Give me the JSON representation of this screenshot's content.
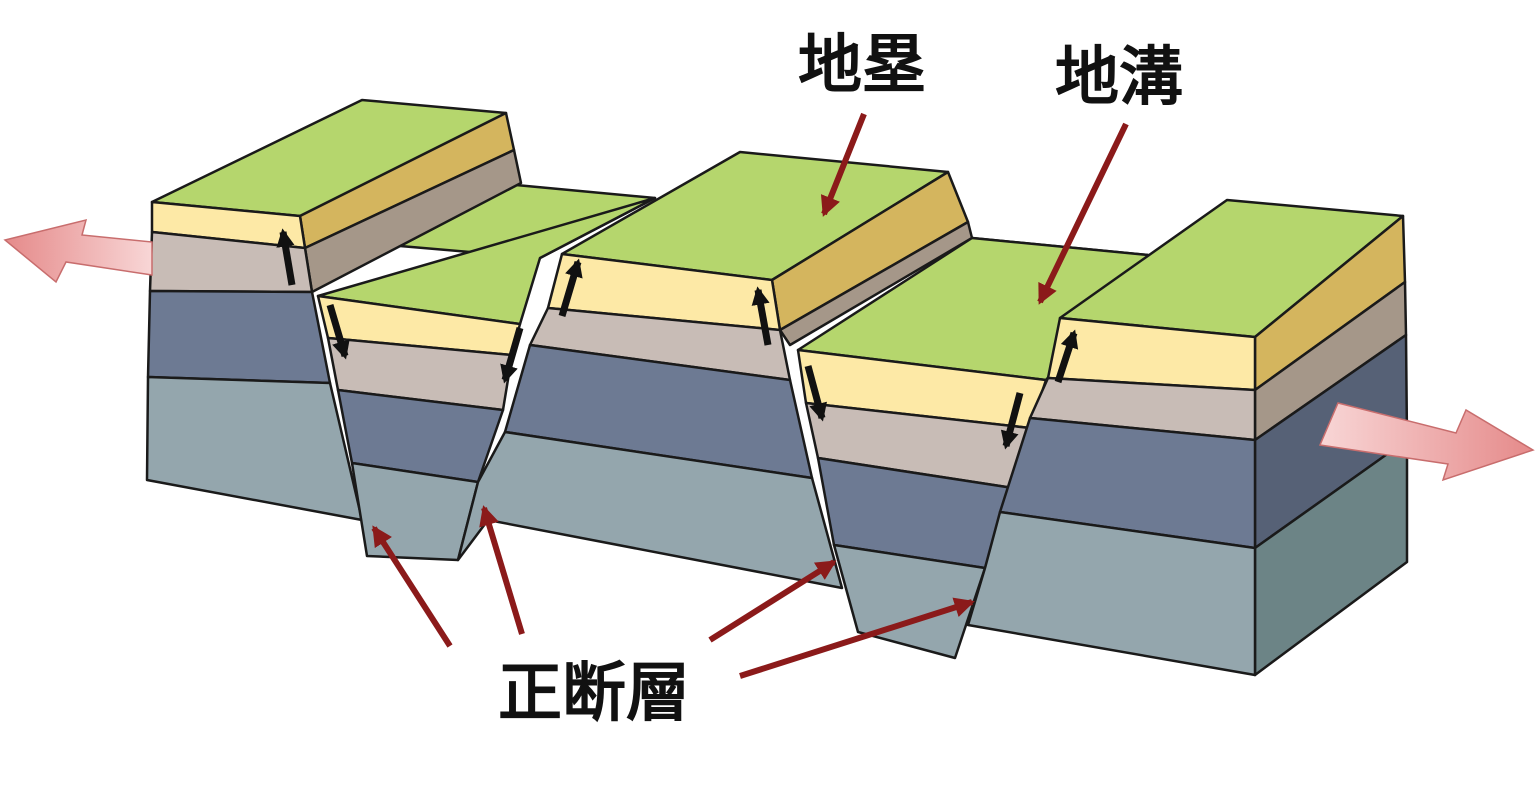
{
  "labels": {
    "horst": "地塁",
    "graben": "地溝",
    "normal_fault": "正断層"
  },
  "colors": {
    "surface_green": "#b5d66d",
    "layer_yellow": "#fde9a6",
    "layer_gold_side": "#d4b55e",
    "layer_taupe": "#c8bcb6",
    "layer_taupe_side": "#a59789",
    "layer_slate": "#6d7a93",
    "layer_slate_side": "#566176",
    "layer_teal": "#94a6ad",
    "layer_teal_side": "#6c8486",
    "outline": "#1a1a1a",
    "pointer_arrow": "#8b1a1a",
    "extension_arrow": "#e58a8a",
    "motion_arrow": "#111111"
  },
  "icons": {
    "extension": "double-headed-pull-arrow",
    "motion": "small-block-arrow"
  }
}
